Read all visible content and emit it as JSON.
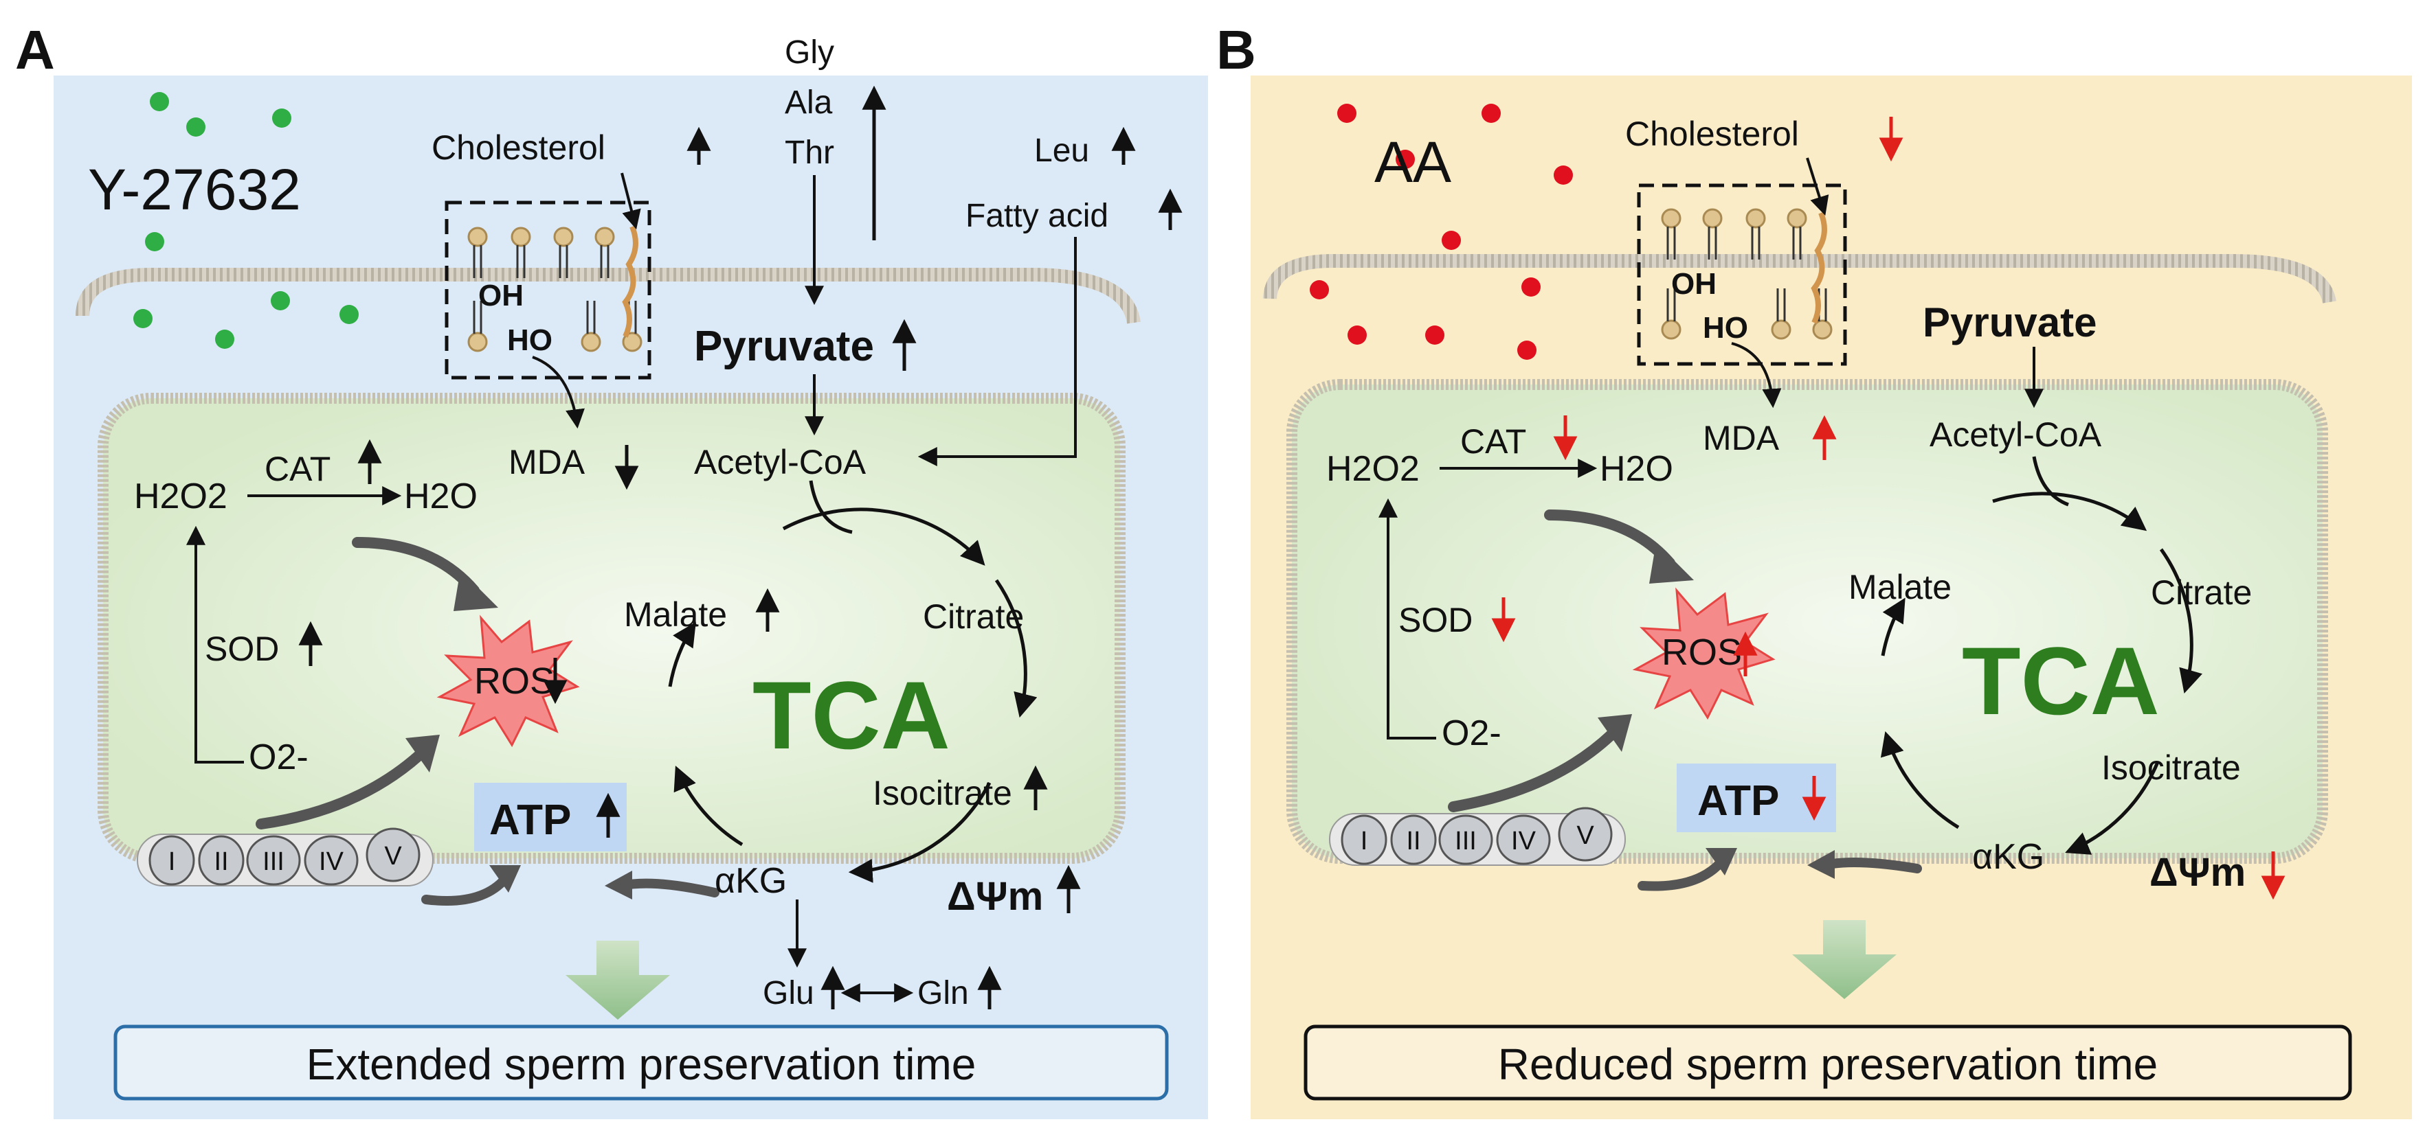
{
  "panel_a": {
    "letter": "A",
    "compound": "Y-27632",
    "cholesterol": "Cholesterol",
    "membrane_oh": "OH",
    "membrane_ho": "HO",
    "amino": [
      "Gly",
      "Ala",
      "Thr"
    ],
    "leu": "Leu",
    "fatty_acid": "Fatty acid",
    "pyruvate": "Pyruvate",
    "acetyl_coa": "Acetyl-CoA",
    "mda": "MDA",
    "h2o2": "H2O2",
    "cat": "CAT",
    "h2o": "H2O",
    "sod": "SOD",
    "o2": "O2-",
    "ros": "ROS",
    "tca": "TCA",
    "malate": "Malate",
    "citrate": "Citrate",
    "isocitrate": "Isocitrate",
    "akg": "αKG",
    "atp": "ATP",
    "delta_psi": "ΔΨm",
    "glu": "Glu",
    "gln": "Gln",
    "complexes": [
      "I",
      "II",
      "III",
      "IV",
      "V"
    ],
    "outcome": "Extended sperm preservation time"
  },
  "panel_b": {
    "letter": "B",
    "compound": "AA",
    "cholesterol": "Cholesterol",
    "membrane_oh": "OH",
    "membrane_ho": "HO",
    "pyruvate": "Pyruvate",
    "acetyl_coa": "Acetyl-CoA",
    "mda": "MDA",
    "h2o2": "H2O2",
    "cat": "CAT",
    "h2o": "H2O",
    "sod": "SOD",
    "o2": "O2-",
    "ros": "ROS",
    "tca": "TCA",
    "malate": "Malate",
    "citrate": "Citrate",
    "isocitrate": "Isocitrate",
    "akg": "αKG",
    "atp": "ATP",
    "delta_psi": "ΔΨm",
    "complexes": [
      "I",
      "II",
      "III",
      "IV",
      "V"
    ],
    "outcome": "Reduced sperm preservation time"
  },
  "colors": {
    "panel_a_bg": "#dce9f6",
    "panel_b_bg": "#faecc6",
    "mito_fill": "#e2efd7",
    "tca_green": "#2e7d1f",
    "up_down_red": "#e0201b",
    "dot_green": "#2fae45",
    "dot_red": "#e0101e",
    "ros_fill": "#f58a8a",
    "atp_box": "#bfd7f2"
  }
}
